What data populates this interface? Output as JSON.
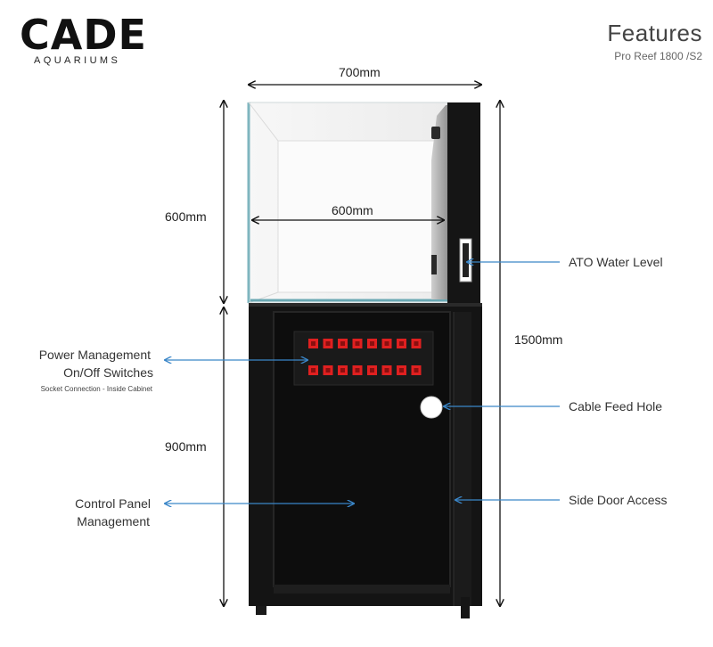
{
  "brand": {
    "name": "CADE",
    "subtitle": "AQUARIUMS"
  },
  "header": {
    "title": "Features",
    "model": "Pro Reef 1800 /S2"
  },
  "dimensions": {
    "width_outer": "700mm",
    "width_inner": "600mm",
    "tank_height": "600mm",
    "cabinet_height": "900mm",
    "total_height": "1500mm"
  },
  "callouts": {
    "power_line1": "Power Management",
    "power_line2": "On/Off Switches",
    "power_note": "Socket Connection - Inside Cabinet",
    "control_line1": "Control Panel",
    "control_line2": "Management",
    "ato": "ATO Water Level",
    "cable": "Cable Feed Hole",
    "side_door": "Side Door Access"
  },
  "colors": {
    "arrow_blue": "#3a86c8",
    "cabinet": "#141414",
    "switch_red": "#e02020"
  }
}
